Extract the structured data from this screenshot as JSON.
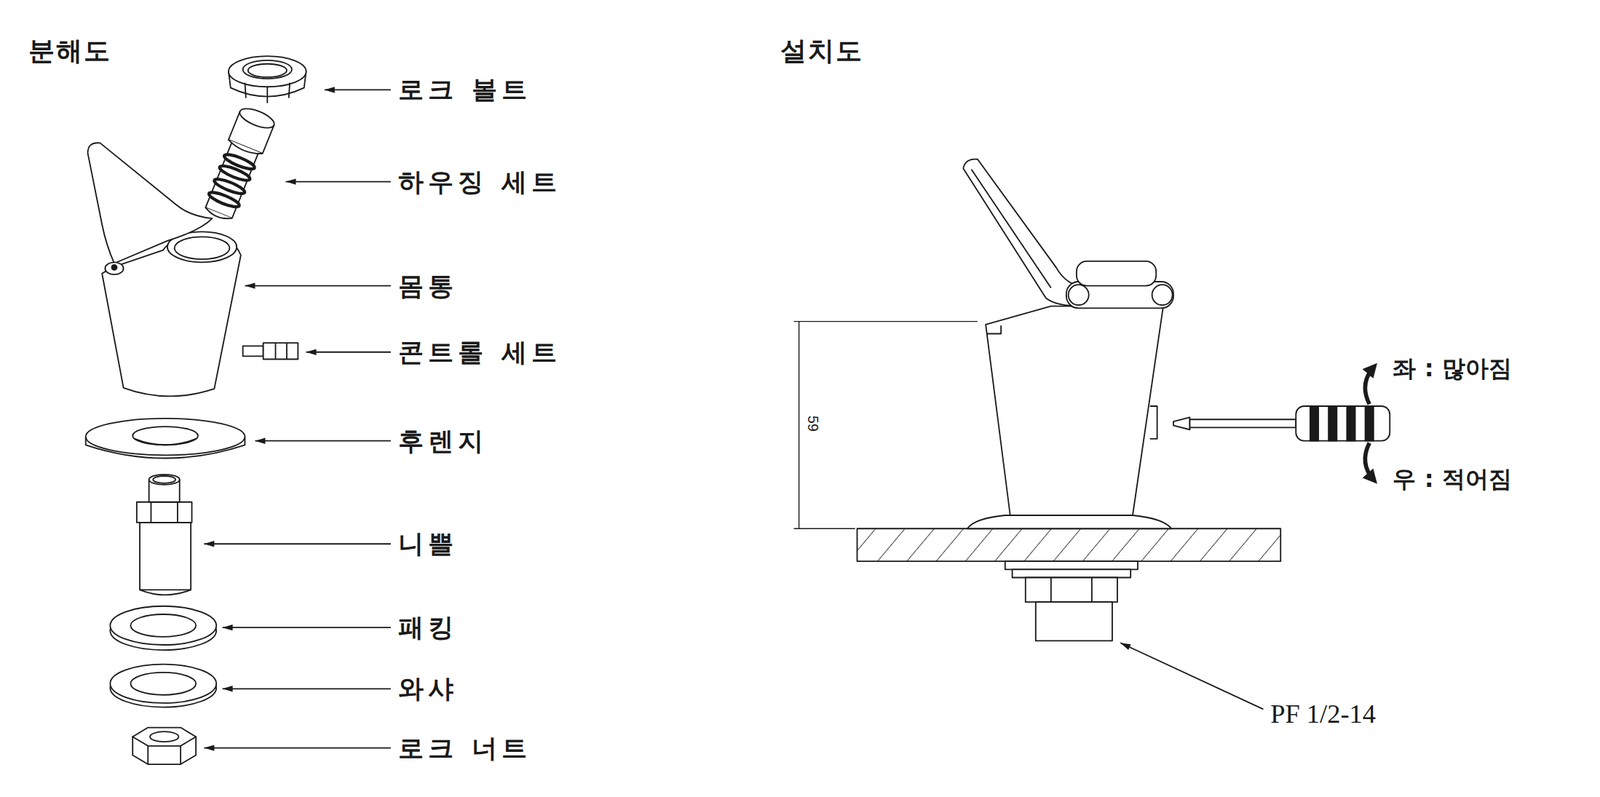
{
  "diagram": {
    "labels": [
      "분해도",
      "로크 볼트",
      "하우징 세트",
      "몸통",
      "콘트롤 세트",
      "후렌지",
      "니쁠",
      "패킹",
      "와샤",
      "로크 너트",
      "설치도",
      "59",
      "좌 : 많아짐",
      "우 : 적어짐",
      "PF 1/2-14"
    ]
  }
}
